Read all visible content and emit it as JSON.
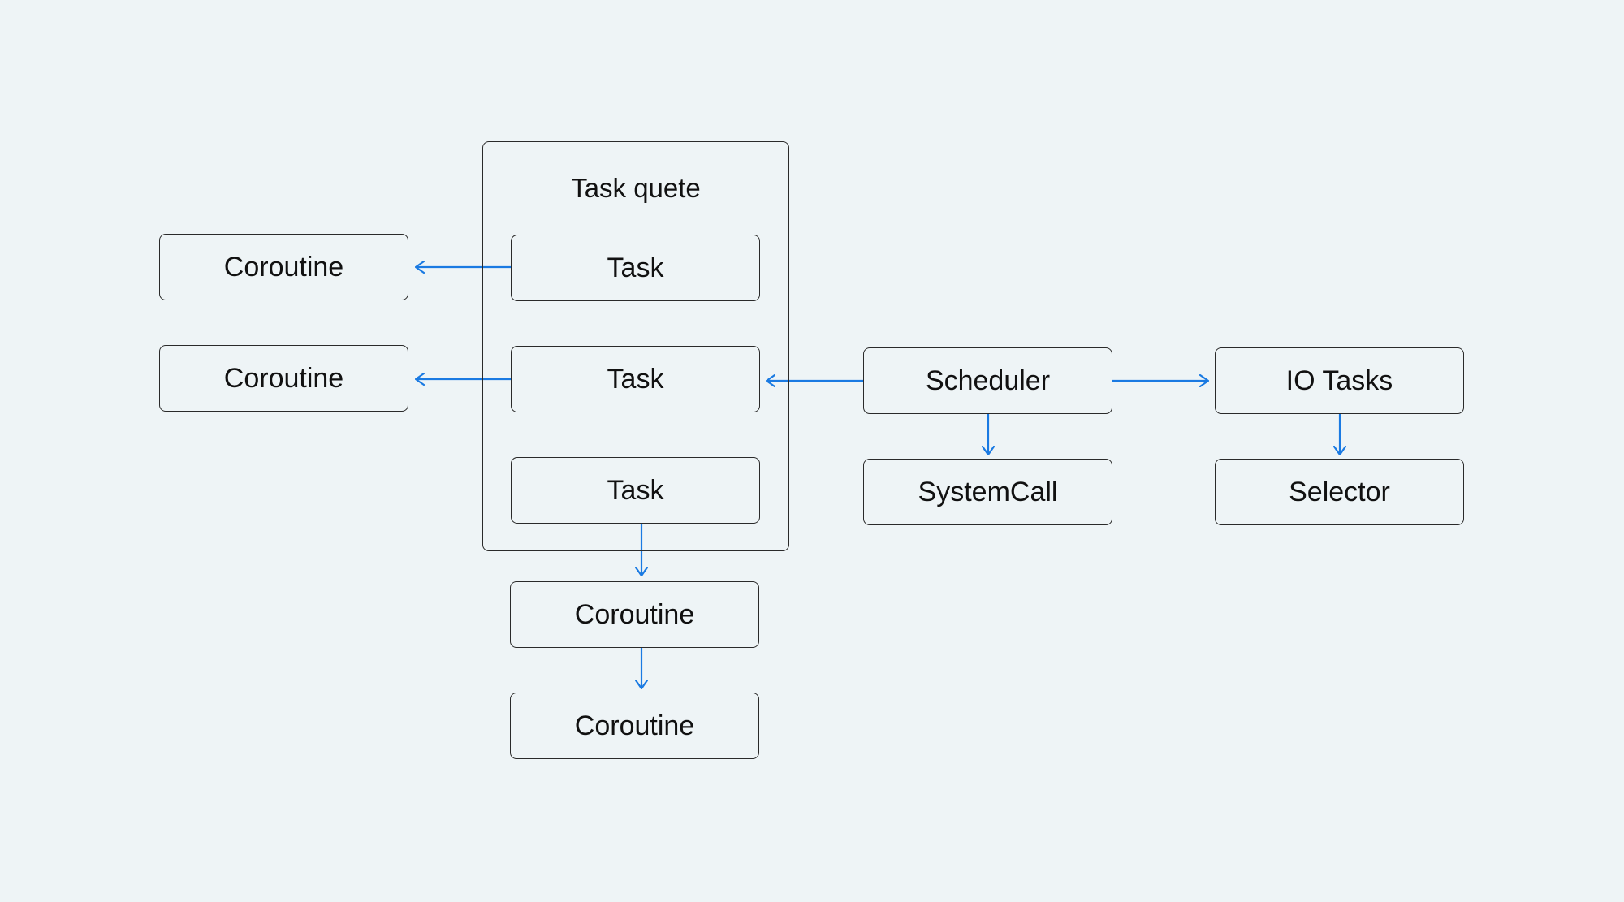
{
  "diagram": {
    "accent_color": "#1a7ae2",
    "border_color": "#2a2a2a",
    "background_color": "#eef4f6",
    "task_queue": {
      "title": "Task quete",
      "tasks": [
        "Task",
        "Task",
        "Task"
      ]
    },
    "left_coroutines": [
      "Coroutine",
      "Coroutine"
    ],
    "bottom_coroutines": [
      "Coroutine",
      "Coroutine"
    ],
    "scheduler": "Scheduler",
    "system_call": "SystemCall",
    "io_tasks": "IO Tasks",
    "selector": "Selector",
    "edges": [
      {
        "from": "task-1",
        "to": "coroutine-left-1"
      },
      {
        "from": "task-2",
        "to": "coroutine-left-2"
      },
      {
        "from": "scheduler",
        "to": "task-2"
      },
      {
        "from": "scheduler",
        "to": "system-call"
      },
      {
        "from": "scheduler",
        "to": "io-tasks"
      },
      {
        "from": "io-tasks",
        "to": "selector"
      },
      {
        "from": "task-3",
        "to": "coroutine-bottom-1"
      },
      {
        "from": "coroutine-bottom-1",
        "to": "coroutine-bottom-2"
      }
    ]
  }
}
